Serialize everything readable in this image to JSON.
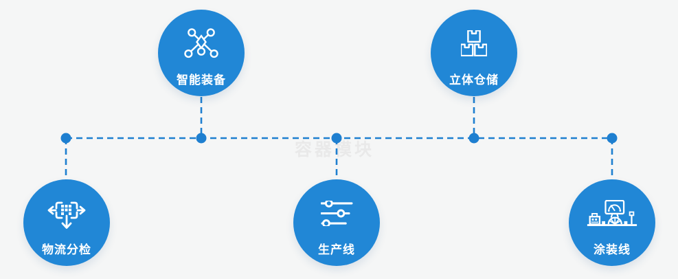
{
  "diagram": {
    "watermark": "容器模块",
    "nodes": [
      {
        "id": "smart-equipment",
        "label": "智能装备",
        "icon": "network-nodes-icon"
      },
      {
        "id": "stereo-warehouse",
        "label": "立体仓储",
        "icon": "stacked-boxes-icon"
      },
      {
        "id": "logistics-sorting",
        "label": "物流分检",
        "icon": "sort-distribute-icon"
      },
      {
        "id": "production-line",
        "label": "生产线",
        "icon": "sliders-icon"
      },
      {
        "id": "painting-line",
        "label": "涂装线",
        "icon": "machine-monitor-icon"
      }
    ],
    "colors": {
      "node_fill": "#2187d6",
      "connector": "#1e7fd0",
      "icon": "#ffffff",
      "label": "#ffffff",
      "watermark": "#e9e9e9",
      "background": "#f5f6f6"
    }
  }
}
